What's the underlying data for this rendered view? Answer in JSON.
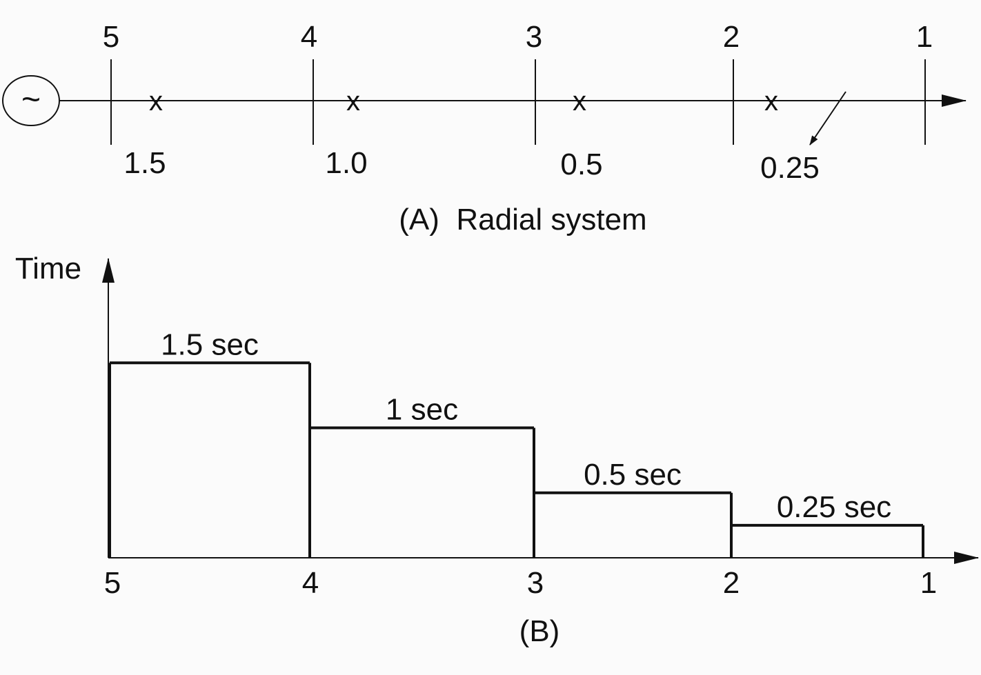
{
  "part_a": {
    "source_symbol": "~",
    "buses": [
      {
        "label": "5",
        "setting": "1.5"
      },
      {
        "label": "4",
        "setting": "1.0"
      },
      {
        "label": "3",
        "setting": "0.5"
      },
      {
        "label": "2",
        "setting": "0.25"
      },
      {
        "label": "1",
        "setting": ""
      }
    ],
    "fault_mark": "x",
    "caption": "(A)  Radial system"
  },
  "part_b": {
    "y_axis_label": "Time",
    "bus_labels": [
      "5",
      "4",
      "3",
      "2",
      "1"
    ],
    "steps": [
      {
        "from": "5",
        "to": "4",
        "time_sec": 1.5,
        "label": "1.5 sec"
      },
      {
        "from": "4",
        "to": "3",
        "time_sec": 1.0,
        "label": "1 sec"
      },
      {
        "from": "3",
        "to": "2",
        "time_sec": 0.5,
        "label": "0.5 sec"
      },
      {
        "from": "2",
        "to": "1",
        "time_sec": 0.25,
        "label": "0.25 sec"
      }
    ],
    "caption": "(B)"
  },
  "colors": {
    "ink": "#111111",
    "background": "#fbfbfb"
  }
}
